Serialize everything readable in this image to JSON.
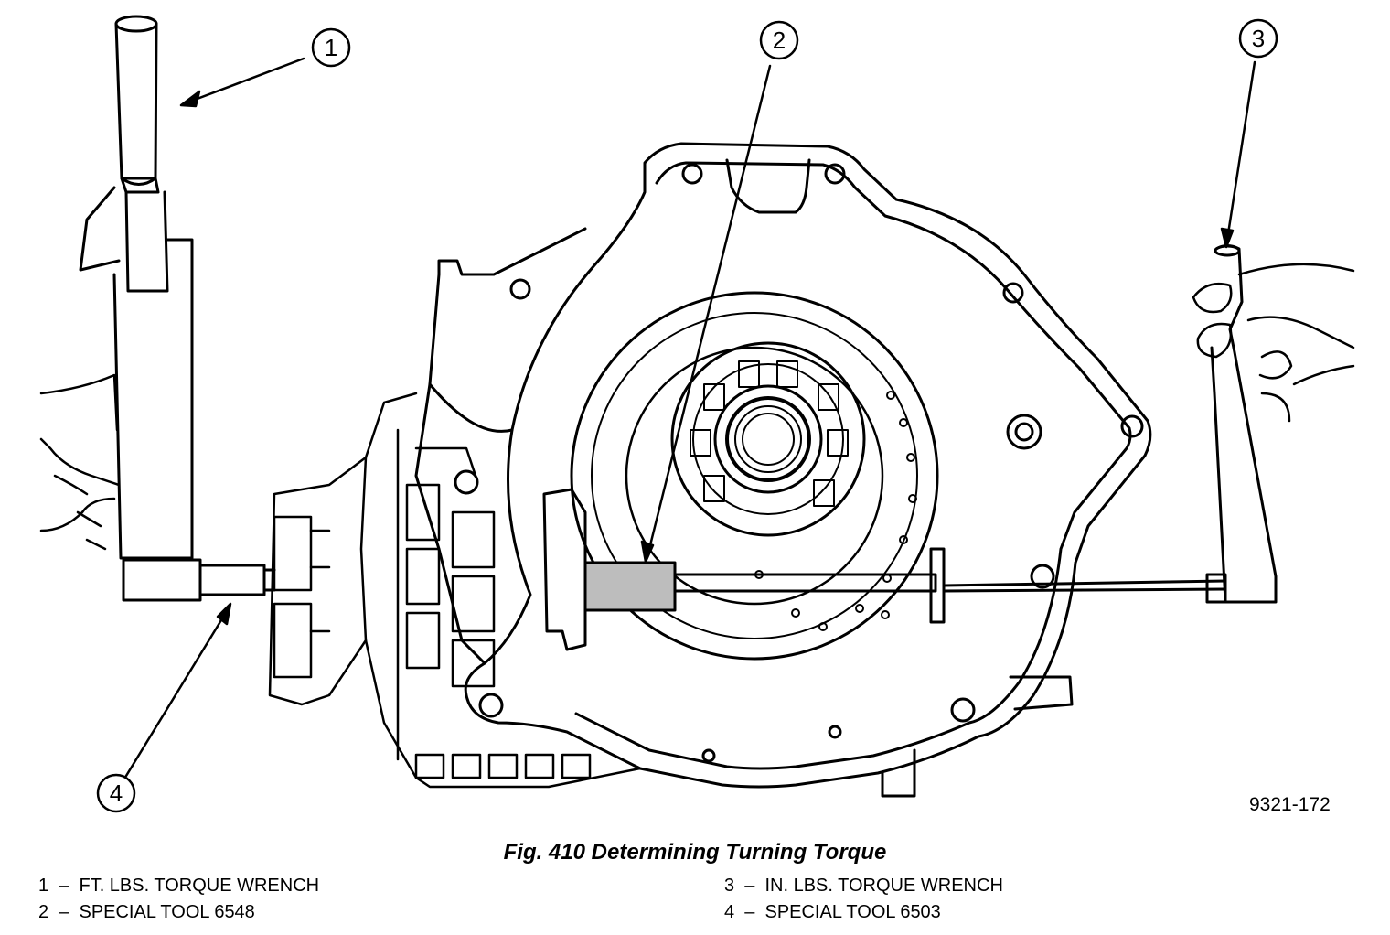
{
  "figure": {
    "caption": "Fig. 410 Determining Turning Torque",
    "figure_id": "9321-172"
  },
  "callouts": [
    {
      "number": "1"
    },
    {
      "number": "2"
    },
    {
      "number": "3"
    },
    {
      "number": "4"
    }
  ],
  "legend": [
    {
      "text": "1  –  FT. LBS. TORQUE WRENCH"
    },
    {
      "text": "2  –  SPECIAL TOOL 6548"
    },
    {
      "text": "3  –  IN. LBS. TORQUE WRENCH"
    },
    {
      "text": "4  –  SPECIAL TOOL 6503"
    }
  ]
}
